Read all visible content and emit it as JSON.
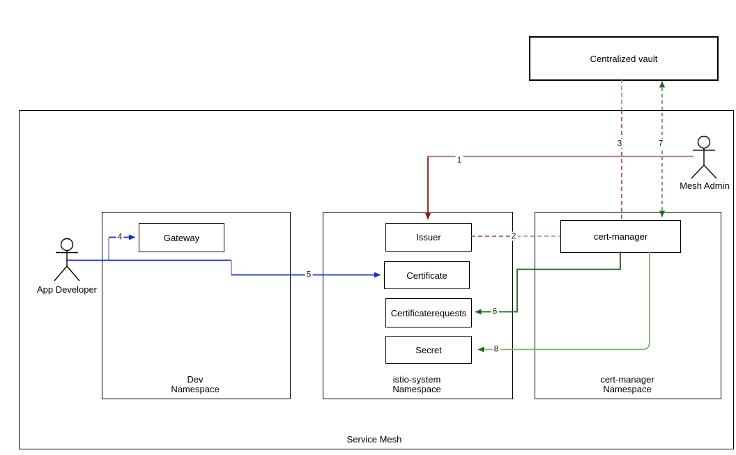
{
  "diagram_title": "Service Mesh",
  "vault": {
    "label": "Centralized vault"
  },
  "actors": {
    "developer": "App Developer",
    "admin": "Mesh Admin"
  },
  "namespaces": {
    "dev": {
      "line1": "Dev",
      "line2": "Namespace"
    },
    "istio": {
      "line1": "istio-system",
      "line2": "Namespace"
    },
    "certmgr": {
      "line1": "cert-manager",
      "line2": "Namespace"
    }
  },
  "nodes": {
    "gateway": "Gateway",
    "issuer": "Issuer",
    "certificate": "Certificate",
    "certificaterequests": "Certificaterequests",
    "secret": "Secret",
    "cert_manager": "cert-manager"
  },
  "edges": {
    "e1": "1",
    "e2": "2",
    "e3": "3",
    "e4": "4",
    "e5": "5",
    "e6": "6",
    "e7": "7",
    "e8": "8"
  },
  "colors": {
    "rose": "#b17e7e",
    "dark_red": "#8b1515",
    "brick": "#8a4242",
    "blue": "#1626c9",
    "light_blue": "#8c9ce6",
    "dark_green": "#1a661a",
    "mid_green": "#4f8f4f",
    "light_green": "#82b366",
    "black": "#000000"
  }
}
